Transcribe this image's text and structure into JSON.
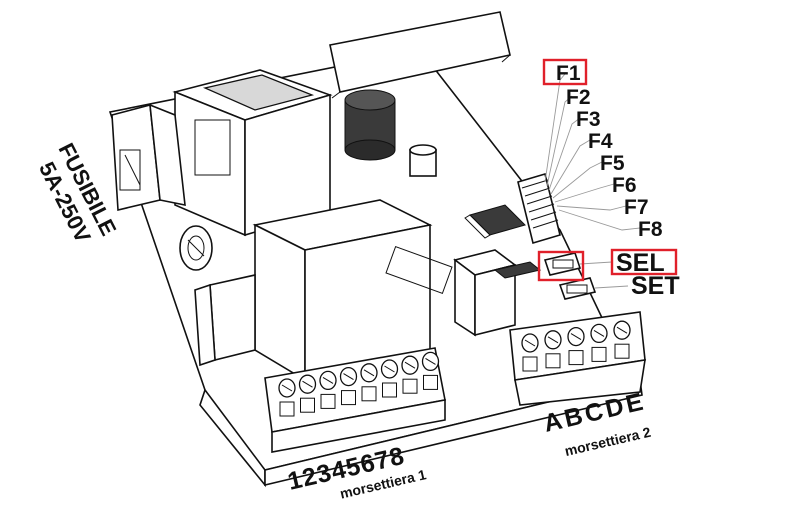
{
  "fuse": {
    "line1": "FUSIBILE",
    "line2": "5A-250V"
  },
  "dip_labels": [
    "F1",
    "F2",
    "F3",
    "F4",
    "F5",
    "F6",
    "F7",
    "F8"
  ],
  "dip_highlighted": "F1",
  "buttons": {
    "sel": "SEL",
    "set": "SET",
    "highlighted": "SEL"
  },
  "terminal_block_1": {
    "numbers": "12345678",
    "caption": "morsettiera 1"
  },
  "terminal_block_2": {
    "letters": "ABCDE",
    "caption": "morsettiera 2"
  },
  "colors": {
    "highlight": "#e0202a",
    "line": "#111111",
    "leader": "#9a9a9a"
  }
}
